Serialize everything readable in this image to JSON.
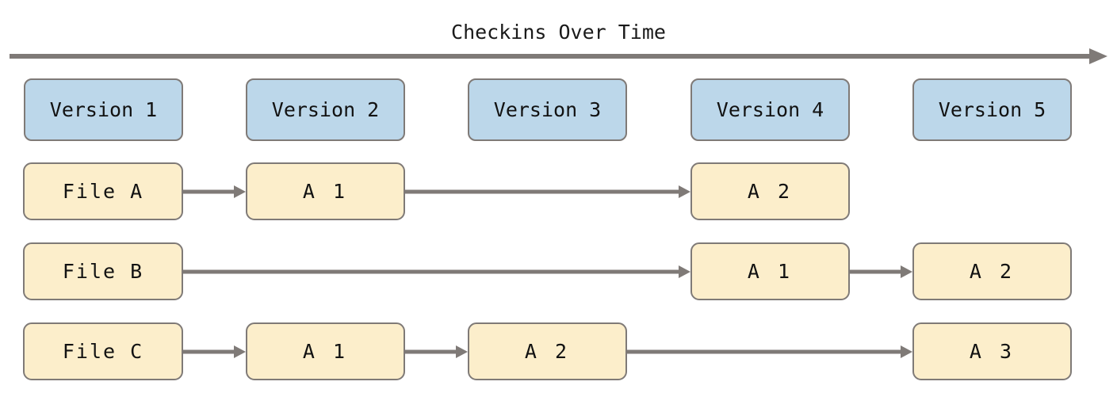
{
  "diagram": {
    "type": "timeline-version-history",
    "title": "Checkins Over Time",
    "colors": {
      "version_fill": "#bcd7ea",
      "file_fill": "#fceecb",
      "border": "#7f7a77",
      "arrow": "#7f7a77",
      "text": "#121212",
      "background": "#ffffff"
    },
    "timeline_arrow": {
      "direction": "right",
      "label": "Checkins Over Time"
    },
    "columns": [
      {
        "id": "v1",
        "label": "Version 1"
      },
      {
        "id": "v2",
        "label": "Version 2"
      },
      {
        "id": "v3",
        "label": "Version 3"
      },
      {
        "id": "v4",
        "label": "Version 4"
      },
      {
        "id": "v5",
        "label": "Version 5"
      }
    ],
    "rows": [
      {
        "id": "file-a",
        "label": "File A",
        "cells": [
          {
            "column": "v1",
            "label": "File A"
          },
          {
            "column": "v2",
            "label": "A 1"
          },
          {
            "column": "v4",
            "label": "A 2"
          }
        ]
      },
      {
        "id": "file-b",
        "label": "File B",
        "cells": [
          {
            "column": "v1",
            "label": "File B"
          },
          {
            "column": "v4",
            "label": "A 1"
          },
          {
            "column": "v5",
            "label": "A 2"
          }
        ]
      },
      {
        "id": "file-c",
        "label": "File C",
        "cells": [
          {
            "column": "v1",
            "label": "File C"
          },
          {
            "column": "v2",
            "label": "A 1"
          },
          {
            "column": "v3",
            "label": "A 2"
          },
          {
            "column": "v5",
            "label": "A 3"
          }
        ]
      }
    ]
  }
}
